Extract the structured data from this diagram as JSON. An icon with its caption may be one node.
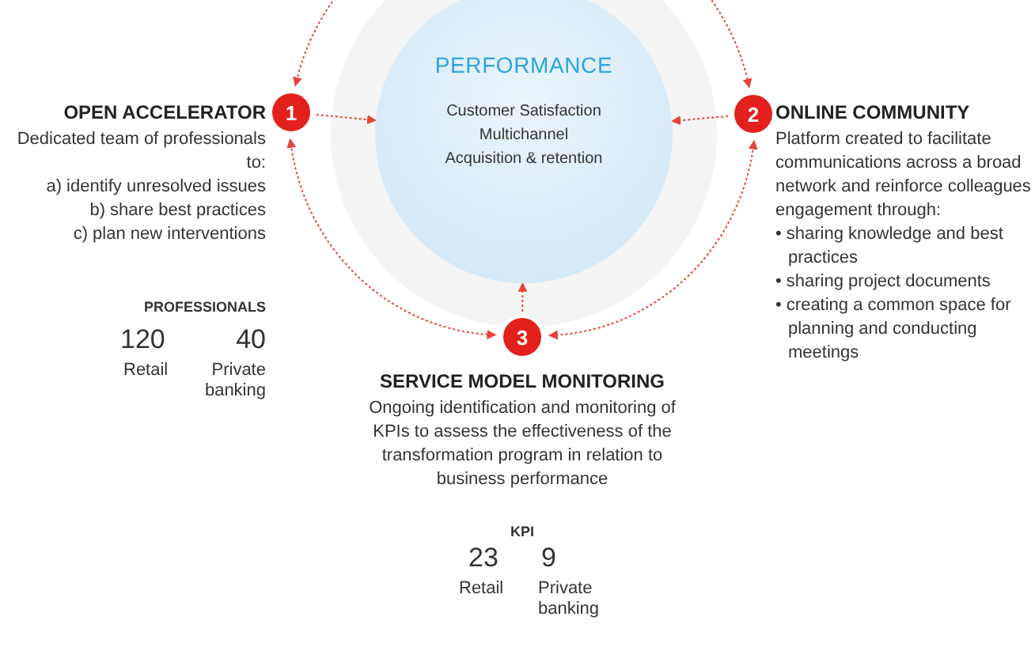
{
  "diagram": {
    "nodes": [
      {
        "text": [
          "PERFORMANCE",
          "Customer Satisfaction",
          "Multichannel",
          "Acquisition & retention"
        ]
      },
      {
        "text": [
          "1"
        ],
        "beside": [
          "OPEN ACCELERATOR",
          "Dedicated team of professionals to:",
          "a) identify unresolved issues",
          "b) share best practices",
          "c) plan new interventions"
        ]
      },
      {
        "text": [
          "2"
        ],
        "beside": [
          "ONLINE COMMUNITY",
          "Platform created to facilitate communications across a broad network and reinforce colleagues engagement through:",
          "• sharing knowledge and best practices",
          "• sharing project documents",
          "• creating a common space for planning and conducting meetings"
        ]
      },
      {
        "text": [
          "3"
        ],
        "beside": [
          "SERVICE MODEL MONITORING",
          "Ongoing identification and monitoring of KPIs to assess the effectiveness of the transformation program in relation to business performance"
        ]
      }
    ],
    "edges": [
      {
        "from": 1,
        "to": 0,
        "arrow": "to"
      },
      {
        "from": 2,
        "to": 0,
        "arrow": "to"
      },
      {
        "from": 3,
        "to": 0,
        "arrow": "to"
      },
      {
        "from": 1,
        "to": 2,
        "arrow": "both"
      },
      {
        "from": 1,
        "to": 3,
        "arrow": "both"
      },
      {
        "from": 2,
        "to": 3,
        "arrow": "both"
      }
    ],
    "labels": [
      "PROFESSIONALS",
      "120",
      "40",
      "Retail",
      "Private banking",
      "KPI",
      "23",
      "9",
      "Retail",
      "Private banking"
    ]
  }
}
